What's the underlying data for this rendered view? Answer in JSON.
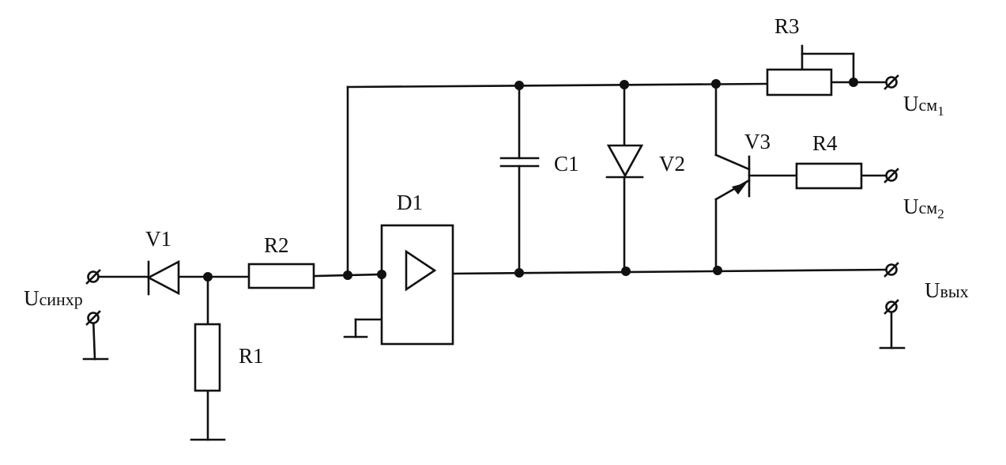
{
  "components": {
    "R1": "R1",
    "R2": "R2",
    "R3": "R3",
    "R4": "R4",
    "C1": "C1",
    "V1": "V1",
    "V2": "V2",
    "V3": "V3",
    "D1": "D1"
  },
  "terminals": {
    "u_sync_prefix": "U",
    "u_sync_suffix": "синхр",
    "u_bias1_prefix": "U",
    "u_bias1_suffix": "см",
    "u_bias1_sub": "1",
    "u_bias2_prefix": "U",
    "u_bias2_suffix": "см",
    "u_bias2_sub": "2",
    "u_out_prefix": "U",
    "u_out_suffix": "вых"
  }
}
